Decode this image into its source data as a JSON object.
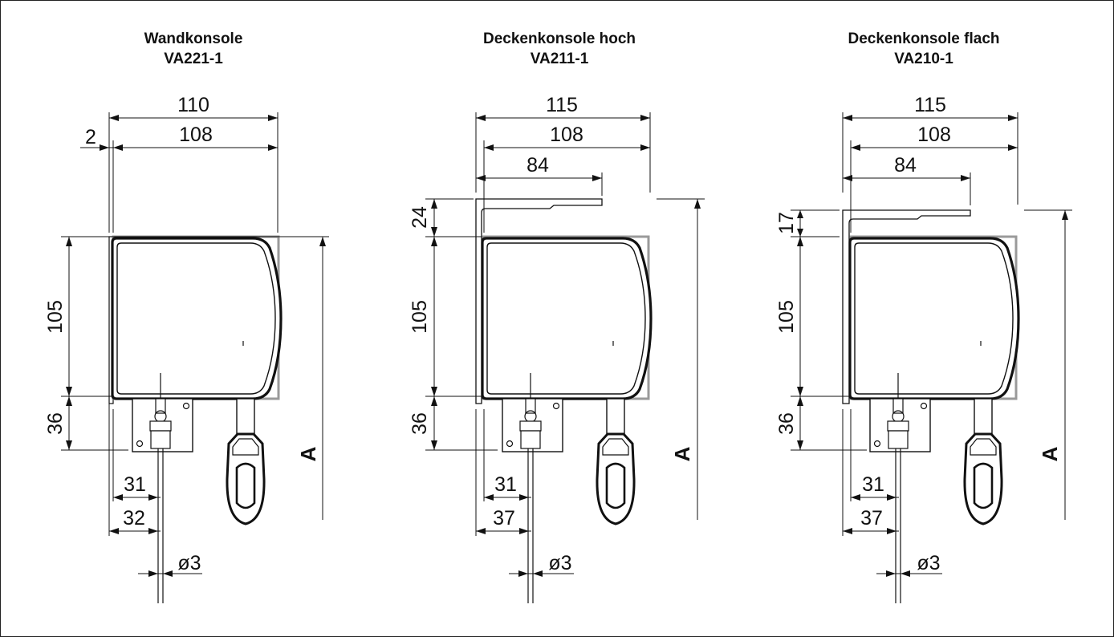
{
  "variants": [
    {
      "name": "Wandkonsole",
      "code": "VA221-1",
      "dims": {
        "outer_width": "110",
        "inner_width": "108",
        "offset": "2",
        "height": "105",
        "lower": "36",
        "cable_offset_a": "31",
        "cable_offset_b": "32",
        "diameter": "ø3",
        "total": "A"
      }
    },
    {
      "name": "Deckenkonsole hoch",
      "code": "VA211-1",
      "dims": {
        "outer_width": "115",
        "inner_width": "108",
        "bracket_width": "84",
        "bracket_height": "24",
        "height": "105",
        "lower": "36",
        "cable_offset_a": "31",
        "cable_offset_b": "37",
        "diameter": "ø3",
        "total": "A"
      }
    },
    {
      "name": "Deckenkonsole flach",
      "code": "VA210-1",
      "dims": {
        "outer_width": "115",
        "inner_width": "108",
        "bracket_width": "84",
        "bracket_height": "17",
        "height": "105",
        "lower": "36",
        "cable_offset_a": "31",
        "cable_offset_b": "37",
        "diameter": "ø3",
        "total": "A"
      }
    }
  ]
}
